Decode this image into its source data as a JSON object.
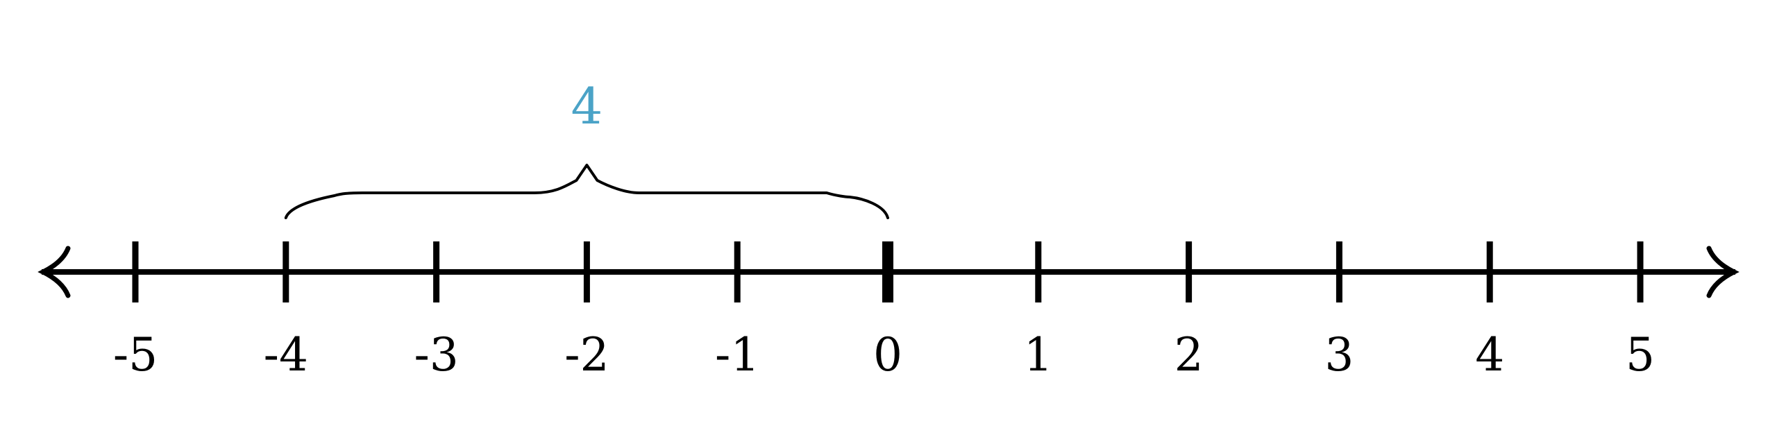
{
  "number_line": {
    "ticks": [
      {
        "value": -5,
        "label": "-5"
      },
      {
        "value": -4,
        "label": "-4"
      },
      {
        "value": -3,
        "label": "-3"
      },
      {
        "value": -2,
        "label": "-2"
      },
      {
        "value": -1,
        "label": "-1"
      },
      {
        "value": 0,
        "label": "0"
      },
      {
        "value": 1,
        "label": "1"
      },
      {
        "value": 2,
        "label": "2"
      },
      {
        "value": 3,
        "label": "3"
      },
      {
        "value": 4,
        "label": "4"
      },
      {
        "value": 5,
        "label": "5"
      }
    ],
    "brace": {
      "from": -4,
      "to": 0,
      "label": "4",
      "color": "#4ba3c7"
    },
    "colors": {
      "line": "#000000",
      "labels": "#000000"
    }
  }
}
